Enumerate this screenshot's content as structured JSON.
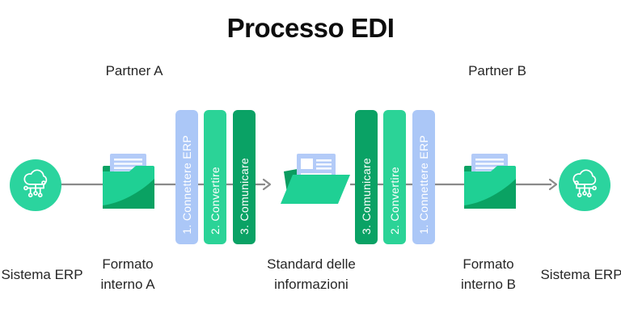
{
  "title": "Processo EDI",
  "partners": {
    "a": "Partner A",
    "b": "Partner B"
  },
  "steps": {
    "connect": {
      "label": "1. Connettere ERP",
      "color": "#ABC7F7"
    },
    "convert": {
      "label": "2. Convertire",
      "color": "#2BD397"
    },
    "communicate": {
      "label": "3. Comunicare",
      "color": "#0AA265"
    }
  },
  "nodes": {
    "erp_left": {
      "label": "Sistema ERP",
      "icon": "cloud-network-icon"
    },
    "format_a": {
      "label": "Formato interno A",
      "icon": "folder-document-icon"
    },
    "standard": {
      "label": "Standard delle informazioni",
      "icon": "open-folder-document-icon"
    },
    "format_b": {
      "label": "Formato interno B",
      "icon": "folder-document-icon"
    },
    "erp_right": {
      "label": "Sistema ERP",
      "icon": "cloud-network-icon"
    }
  },
  "colors": {
    "circle_green": "#2BD49E",
    "folder_green": "#1FD094",
    "folder_dark_green": "#0AA263",
    "document_blue": "#B3CBF8",
    "step_connect_blue": "#ABC7F7",
    "step_convert_green": "#2BD397",
    "step_communicate_green": "#0AA265",
    "connector_gray": "#8A8A8A",
    "text_dark": "#262626"
  }
}
